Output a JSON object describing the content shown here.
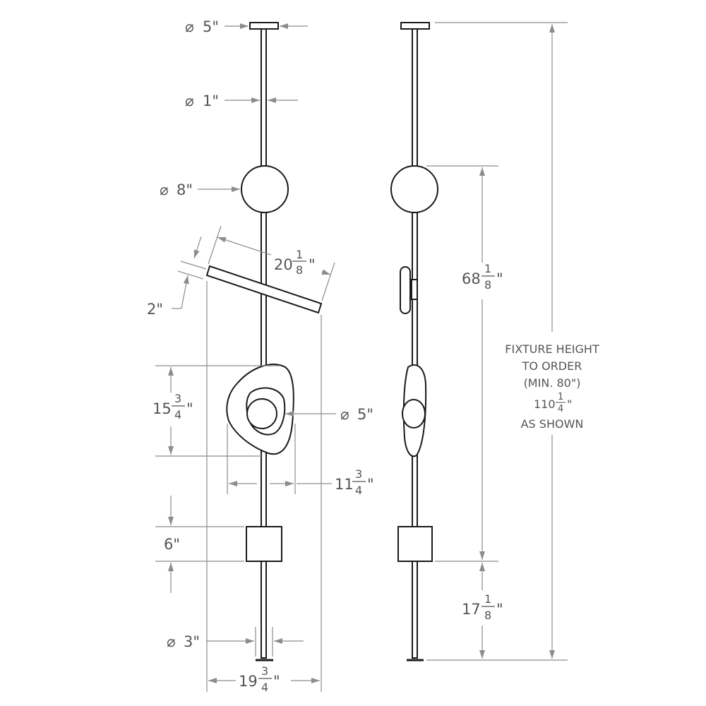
{
  "front_view": {
    "canopy_dia": "5\"",
    "stem_dia": "1\"",
    "globe_dia": "8\"",
    "bar_length_whole": "20",
    "bar_length_num": "1",
    "bar_length_den": "8",
    "bar_thickness": "2\"",
    "pebble_height_whole": "15",
    "pebble_height_num": "3",
    "pebble_height_den": "4",
    "inner_dia": "5\"",
    "pebble_width_whole": "11",
    "pebble_width_num": "3",
    "pebble_width_den": "4",
    "cube_height": "6\"",
    "base_stem_dia": "3\"",
    "overall_width_whole": "19",
    "overall_width_num": "3",
    "overall_width_den": "4"
  },
  "side_view": {
    "upper_span_whole": "68",
    "upper_span_num": "1",
    "upper_span_den": "8",
    "lower_span_whole": "17",
    "lower_span_num": "1",
    "lower_span_den": "8",
    "note_line1": "FIXTURE HEIGHT",
    "note_line2": "TO ORDER",
    "note_line3": "(MIN. 80\")",
    "note_whole": "110",
    "note_num": "1",
    "note_den": "4",
    "note_line5": "AS SHOWN"
  },
  "symbols": {
    "diameter": "⌀",
    "inch": "\""
  }
}
